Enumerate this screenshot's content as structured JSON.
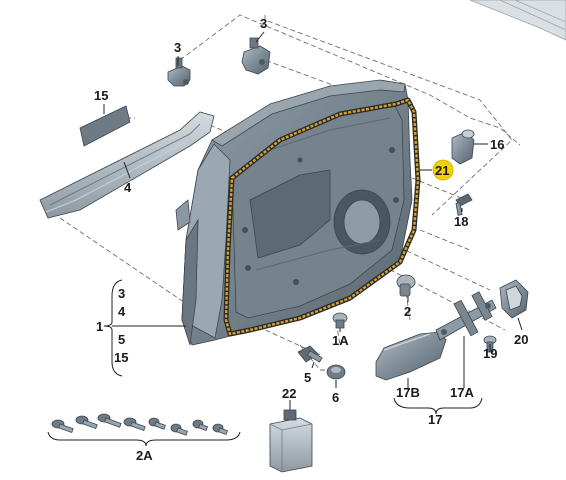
{
  "diagram": {
    "callouts": {
      "p3a": "3",
      "p3b": "3",
      "p15": "15",
      "p4": "4",
      "p16": "16",
      "p21": "21",
      "p18": "18",
      "p2": "2",
      "p1": "1",
      "p1_sub3": "3",
      "p1_sub4": "4",
      "p1_sub5": "5",
      "p1_sub15": "15",
      "p1A": "1A",
      "p5": "5",
      "p6": "6",
      "p20": "20",
      "p19": "19",
      "p17B": "17B",
      "p17A": "17A",
      "p17": "17",
      "p22": "22",
      "p2A": "2A"
    },
    "colors": {
      "part_fill": "#7c8a95",
      "part_light": "#a9b4bc",
      "part_dark": "#4d5a64",
      "highlight_circle": "#f2d200",
      "seal_color": "#c99a2e",
      "dash_line": "#6f6f6f"
    }
  }
}
